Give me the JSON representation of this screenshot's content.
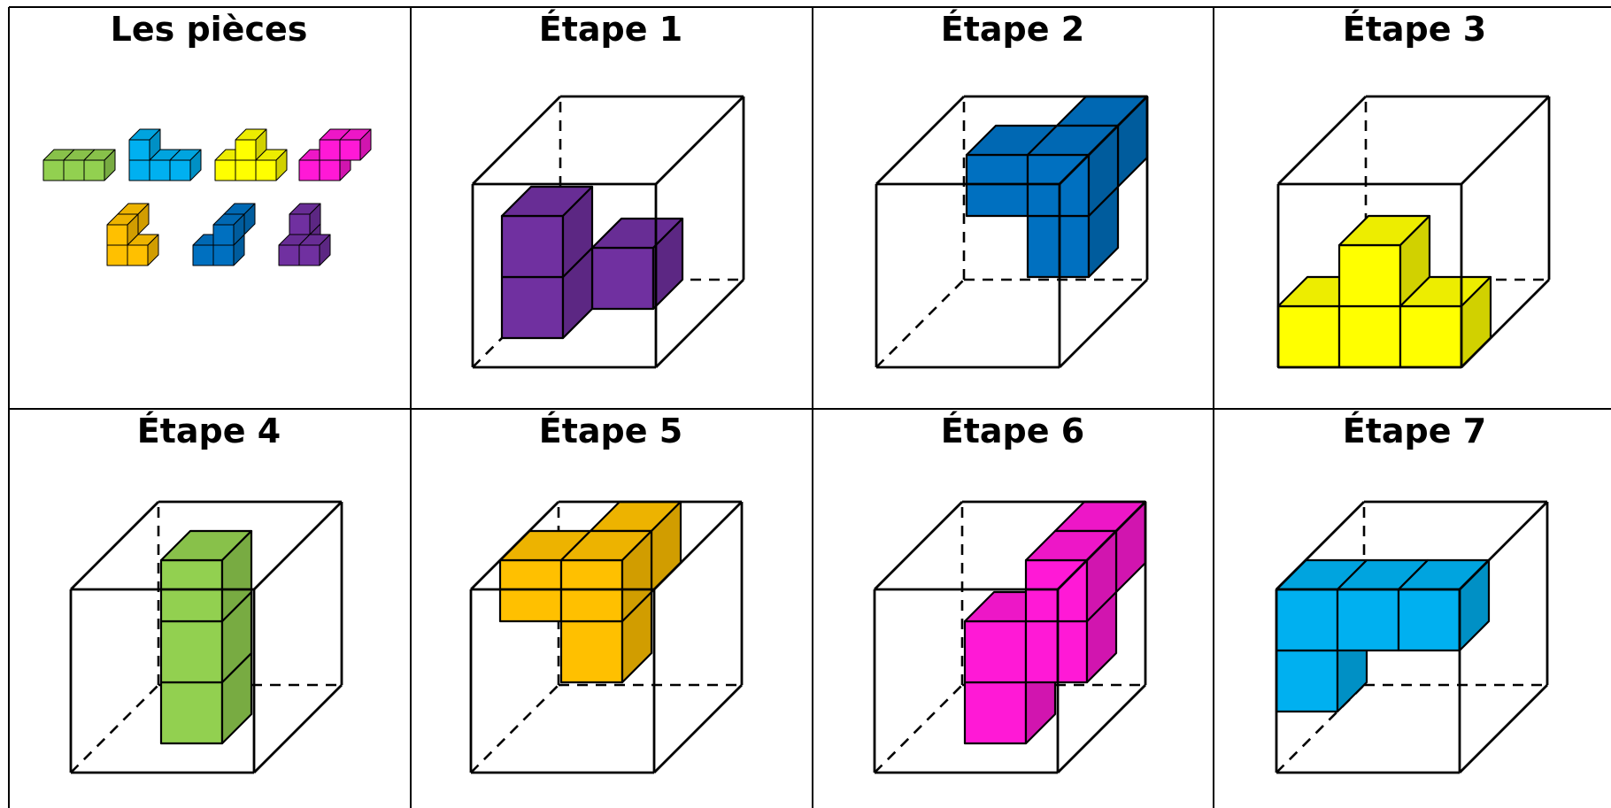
{
  "colors": {
    "green": "#92D050",
    "cyan": "#00B0F0",
    "yellow": "#FFFF00",
    "magenta": "#FF19D6",
    "orange": "#FFC000",
    "blue": "#0070C0",
    "purple": "#7030A0",
    "edge": "#000000"
  },
  "cells": [
    {
      "title": "Les pièces"
    },
    {
      "title": "Étape 1"
    },
    {
      "title": "Étape 2"
    },
    {
      "title": "Étape 3"
    },
    {
      "title": "Étape 4"
    },
    {
      "title": "Étape 5"
    },
    {
      "title": "Étape 6"
    },
    {
      "title": "Étape 7"
    }
  ],
  "pieces": [
    {
      "name": "green-piece",
      "color": "green"
    },
    {
      "name": "cyan-piece",
      "color": "cyan"
    },
    {
      "name": "yellow-piece",
      "color": "yellow"
    },
    {
      "name": "magenta-piece",
      "color": "magenta"
    },
    {
      "name": "orange-piece",
      "color": "orange"
    },
    {
      "name": "blue-piece",
      "color": "blue"
    },
    {
      "name": "purple-piece",
      "color": "purple"
    }
  ],
  "steps": [
    {
      "step": 1,
      "piece_color": "purple"
    },
    {
      "step": 2,
      "piece_color": "blue"
    },
    {
      "step": 3,
      "piece_color": "yellow"
    },
    {
      "step": 4,
      "piece_color": "green"
    },
    {
      "step": 5,
      "piece_color": "orange"
    },
    {
      "step": 6,
      "piece_color": "magenta"
    },
    {
      "step": 7,
      "piece_color": "cyan"
    }
  ]
}
